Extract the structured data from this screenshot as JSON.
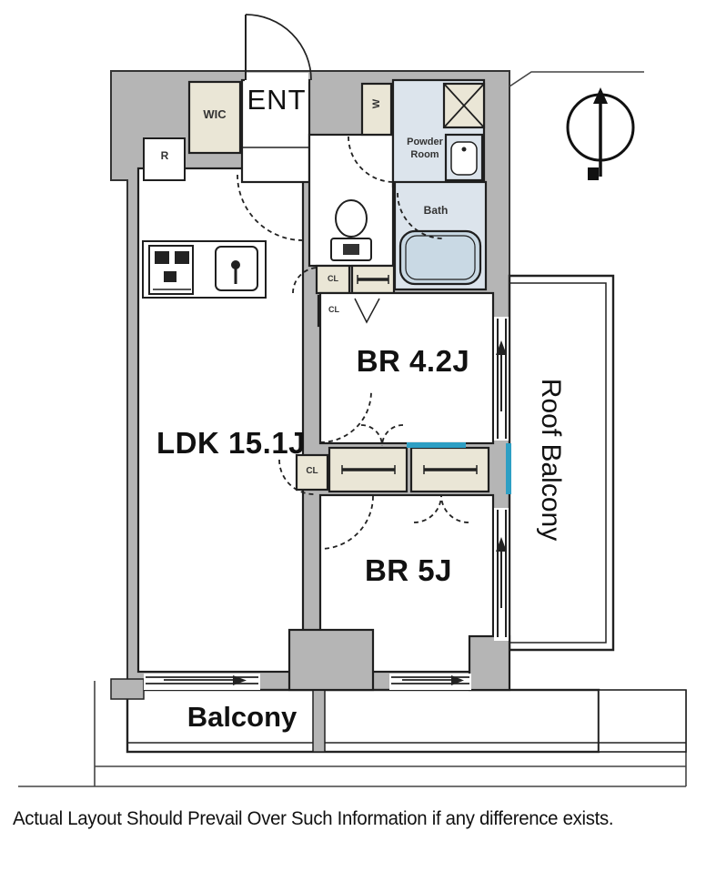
{
  "rooms": {
    "ent": "ENT",
    "wic": "WIC",
    "powder_room": "Powder Room",
    "bath": "Bath",
    "br1": "BR 4.2J",
    "ldk": "LDK 15.1J",
    "br2": "BR 5J",
    "roof_balcony": "Roof Balcony",
    "balcony": "Balcony"
  },
  "fixtures": {
    "refrigerator": "R",
    "washing_machine": "W",
    "closet_upper_1": "CL",
    "closet_upper_2": "CL",
    "closet_hall": "CL"
  },
  "icons": {
    "compass": "north-compass-icon",
    "toilet": "toilet-icon",
    "bathtub": "bathtub-icon",
    "stove": "kitchen-stove-icon",
    "sink": "kitchen-sink-icon",
    "hanger_pole": "closet-pole-icon"
  },
  "colors": {
    "wall_gray": "#b5b5b5",
    "wet_area_blue": "#dce4ec",
    "closet_beige": "#eae6d6",
    "tub_blue": "#c9d9e4",
    "window_accent": "#2e9fc4",
    "line_black": "#1f1f1f"
  },
  "footer": {
    "disclaimer": "Actual Layout Should Prevail Over Such Information if any difference exists."
  }
}
